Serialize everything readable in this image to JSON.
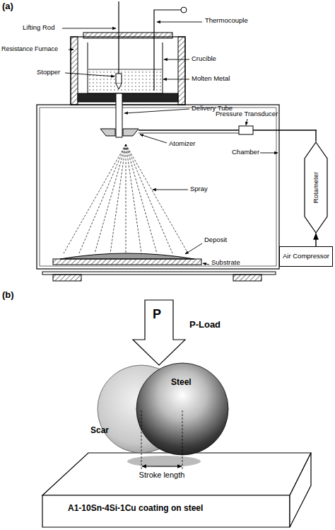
{
  "diagram": {
    "nodes": [
      {
        "text": [
          "Rotameter"
        ]
      },
      {
        "text": [
          "Air Compressor"
        ]
      }
    ],
    "edges": [
      {
        "from": 1,
        "to": 0,
        "arrow": "to"
      }
    ],
    "labels": [
      "(a)",
      "Thermocouple",
      "Lifting Rod",
      "Resistance Furnace",
      "Stopper",
      "Crucible",
      "Molten Metal",
      "Delivery Tube",
      "Pressure Transducer",
      "Atomizer",
      "Chamber",
      "Spray",
      "Deposit",
      "Substrate",
      "(b)",
      "P",
      "P-Load",
      "Steel",
      "Scar",
      "Stroke length",
      "A1-10Sn-4Si-1Cu coating on steel"
    ]
  }
}
